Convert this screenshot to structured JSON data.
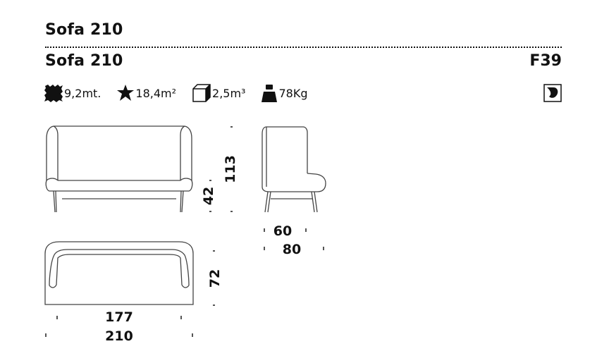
{
  "title": "Sofa 210",
  "subtitle": "Sofa 210",
  "code": "F39",
  "specs": [
    {
      "icon": "fabric-icon",
      "value": "9,2mt."
    },
    {
      "icon": "leather-icon",
      "value": "18,4m²"
    },
    {
      "icon": "box-volume-icon",
      "value": "2,5m³"
    },
    {
      "icon": "weight-icon",
      "value": "78Kg"
    }
  ],
  "dimensions": {
    "height": "113",
    "seat_height": "42",
    "inner_depth": "60",
    "depth": "80",
    "plan_depth": "72",
    "inner_width": "177",
    "width": "210"
  },
  "colors": {
    "ink": "#111111",
    "line": "#444444"
  }
}
